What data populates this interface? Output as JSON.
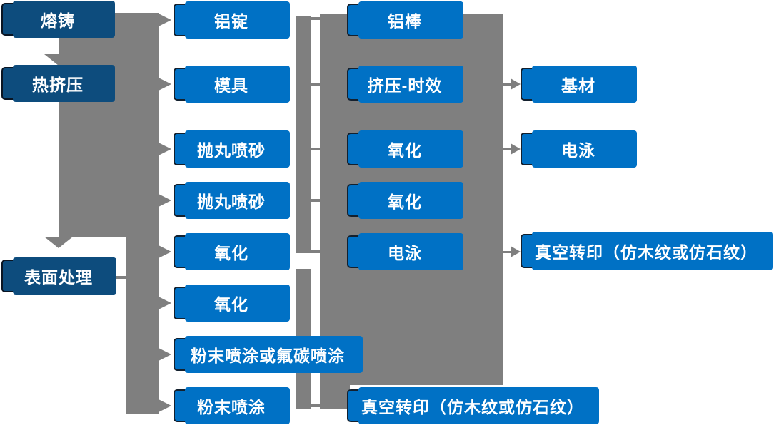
{
  "diagram": {
    "type": "process-flowchart",
    "description": "Aluminum profile production process flow",
    "colors": {
      "node_fill": "#0071C5",
      "stage_node_fill": "#0D4C7D",
      "node_border": "#13202E",
      "connector": "#7F7F7F",
      "text": "#FFFFFF",
      "background": "#FFFFFF"
    },
    "nodes": {
      "c1r1": "熔铸",
      "c1r2": "热挤压",
      "c1r3": "表面处理",
      "c2r1": "铝锭",
      "c2r2": "模具",
      "c2r3": "抛丸喷砂",
      "c2r4": "抛丸喷砂",
      "c2r5": "氧化",
      "c2r6": "氧化",
      "c2r7": "粉末喷涂或氟碳喷涂",
      "c2r8": "粉末喷涂",
      "c3r1": "铝棒",
      "c3r2": "挤压-时效",
      "c3r3": "氧化",
      "c3r4": "氧化",
      "c3r5": "电泳",
      "c3r6": "真空转印（仿木纹或仿石纹）",
      "c4r1": "基材",
      "c4r2": "电泳",
      "c4r3": "真空转印（仿木纹或仿石纹）"
    },
    "edges": [
      {
        "type": "arrow-down",
        "to": "热挤压"
      },
      {
        "type": "arrow-down",
        "to": "表面处理"
      },
      {
        "type": "arrow-right",
        "from": "左侧流程干线",
        "to": "铝锭"
      },
      {
        "type": "arrow-right",
        "from": "左侧流程干线",
        "to": "模具"
      },
      {
        "type": "arrow-right",
        "from": "左侧流程干线",
        "to": "抛丸喷砂"
      },
      {
        "type": "arrow-right",
        "from": "左侧流程干线",
        "to": "抛丸喷砂"
      },
      {
        "type": "arrow-right",
        "from": "左侧流程干线",
        "to": "氧化"
      },
      {
        "type": "arrow-right",
        "from": "左侧流程干线",
        "to": "氧化"
      },
      {
        "type": "arrow-right",
        "from": "左侧流程干线",
        "to": "粉末喷涂或氟碳喷涂"
      },
      {
        "type": "arrow-right",
        "from": "左侧流程干线",
        "to": "粉末喷涂"
      },
      {
        "type": "arrow-right",
        "from": "挤压-时效",
        "to": "基材"
      },
      {
        "type": "arrow-right",
        "from": "氧化",
        "to": "电泳"
      },
      {
        "type": "arrow-right",
        "from": "电泳",
        "to": "真空转印（仿木纹或仿石纹）"
      }
    ]
  }
}
